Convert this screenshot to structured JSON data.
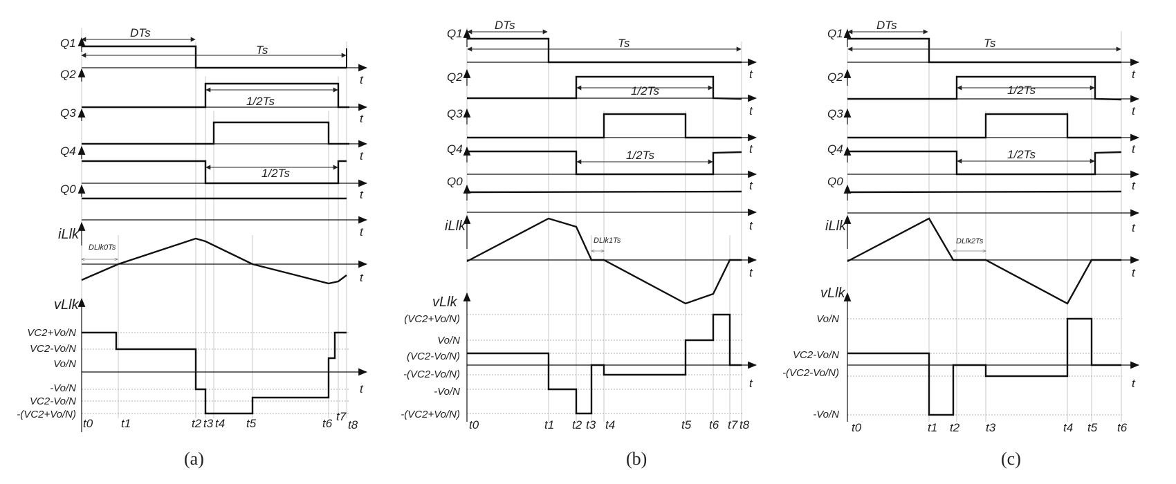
{
  "captions": [
    "(a)",
    "(b)",
    "(c)"
  ],
  "axis_symbol": "t",
  "panels": [
    {
      "id": "a",
      "caption": "(a)",
      "signals": [
        "Q1",
        "Q2",
        "Q3",
        "Q4",
        "Q0",
        "iLlk",
        "vLlk"
      ],
      "levels": [
        "VC2+Vo/N",
        "VC2-Vo/N",
        "Vo/N",
        "-Vo/N",
        "VC2-Vo/N",
        "-(VC2+Vo/N)"
      ],
      "ticks": [
        "t0",
        "t1",
        "t2",
        "t3",
        "t4",
        "t5",
        "t6",
        "t7",
        "t8"
      ],
      "annotations": [
        "DTs",
        "Ts",
        "1/2Ts",
        "1/2Ts",
        "DLlk0Ts"
      ]
    },
    {
      "id": "b",
      "caption": "(b)",
      "signals": [
        "Q1",
        "Q2",
        "Q3",
        "Q4",
        "Q0",
        "iLlk",
        "vLlk"
      ],
      "levels": [
        "(VC2+Vo/N)",
        "Vo/N",
        "(VC2-Vo/N)",
        "-(VC2-Vo/N)",
        "-Vo/N",
        "-(VC2+Vo/N)"
      ],
      "ticks": [
        "t0",
        "t1",
        "t2",
        "t3",
        "t4",
        "t5",
        "t6",
        "t7",
        "t8"
      ],
      "annotations": [
        "DTs",
        "Ts",
        "1/2Ts",
        "1/2Ts",
        "DLlk1Ts"
      ]
    },
    {
      "id": "c",
      "caption": "(c)",
      "signals": [
        "Q1",
        "Q2",
        "Q3",
        "Q4",
        "Q0",
        "iLlk",
        "vLlk"
      ],
      "levels": [
        "Vo/N",
        "VC2-Vo/N",
        "-(VC2-Vo/N)",
        "-Vo/N"
      ],
      "ticks": [
        "t0",
        "t1",
        "t2",
        "t3",
        "t4",
        "t5",
        "t6"
      ],
      "annotations": [
        "DTs",
        "Ts",
        "1/2Ts",
        "1/2Ts",
        "DLlk2Ts"
      ]
    }
  ]
}
